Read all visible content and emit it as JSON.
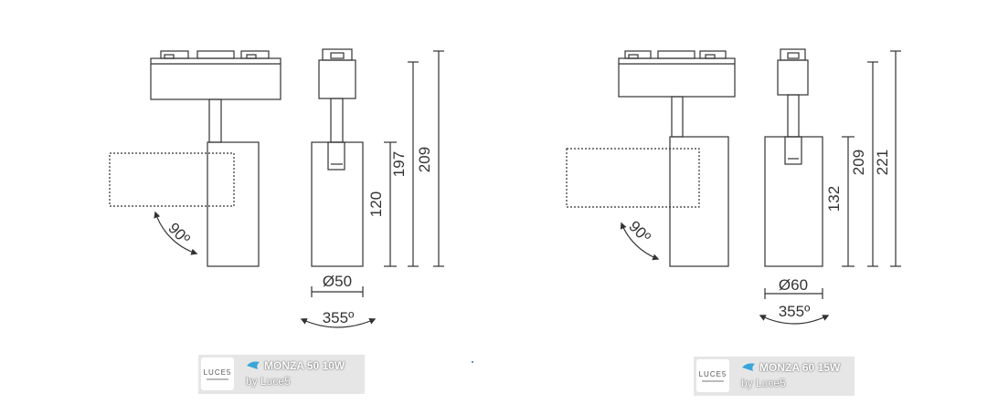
{
  "drawings": [
    {
      "height_1": "120",
      "height_2": "197",
      "height_3": "209",
      "diameter": "Ø50",
      "tilt_angle": "90º",
      "rotation_angle": "355º"
    },
    {
      "height_1": "132",
      "height_2": "209",
      "height_3": "221",
      "diameter": "Ø60",
      "tilt_angle": "90º",
      "rotation_angle": "355º"
    }
  ],
  "cards": [
    {
      "logo_text": "LUCE5",
      "title": "MONZA 50 10W",
      "byline": "by Luce5"
    },
    {
      "logo_text": "LUCE5",
      "title": "MONZA 60 15W",
      "byline": "by Luce5"
    }
  ],
  "colors": {
    "line": "#333333",
    "card_bg": "#e6e6e6",
    "accent": "#3aa6d8"
  }
}
